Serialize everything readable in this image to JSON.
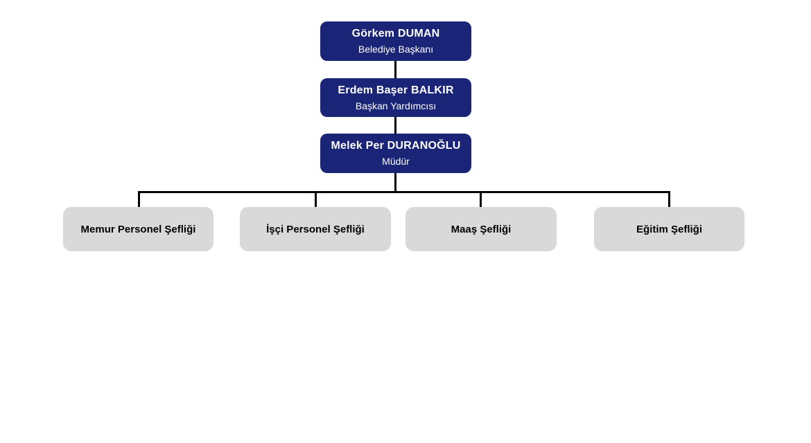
{
  "colors": {
    "executive_box": "#1B2578",
    "executive_text": "#FFFFFF",
    "unit_box": "#D9D9D9",
    "unit_text": "#000000",
    "connector": "#000000",
    "background": "#FFFFFF"
  },
  "org_chart": {
    "type": "hierarchy",
    "executives": [
      {
        "name": "Görkem DUMAN",
        "title": "Belediye Başkanı",
        "reports_to": null
      },
      {
        "name": "Erdem Başer BALKIR",
        "title": "Başkan Yardımcısı",
        "reports_to": "Görkem DUMAN"
      },
      {
        "name": "Melek Per DURANOĞLU",
        "title": "Müdür",
        "reports_to": "Erdem Başer BALKIR"
      }
    ],
    "units": [
      {
        "label": "Memur Personel Şefliği",
        "reports_to": "Melek Per DURANOĞLU"
      },
      {
        "label": "İşçi Personel Şefliği",
        "reports_to": "Melek Per DURANOĞLU"
      },
      {
        "label": "Maaş Şefliği",
        "reports_to": "Melek Per DURANOĞLU"
      },
      {
        "label": "Eğitim Şefliği",
        "reports_to": "Melek Per DURANOĞLU"
      }
    ]
  }
}
